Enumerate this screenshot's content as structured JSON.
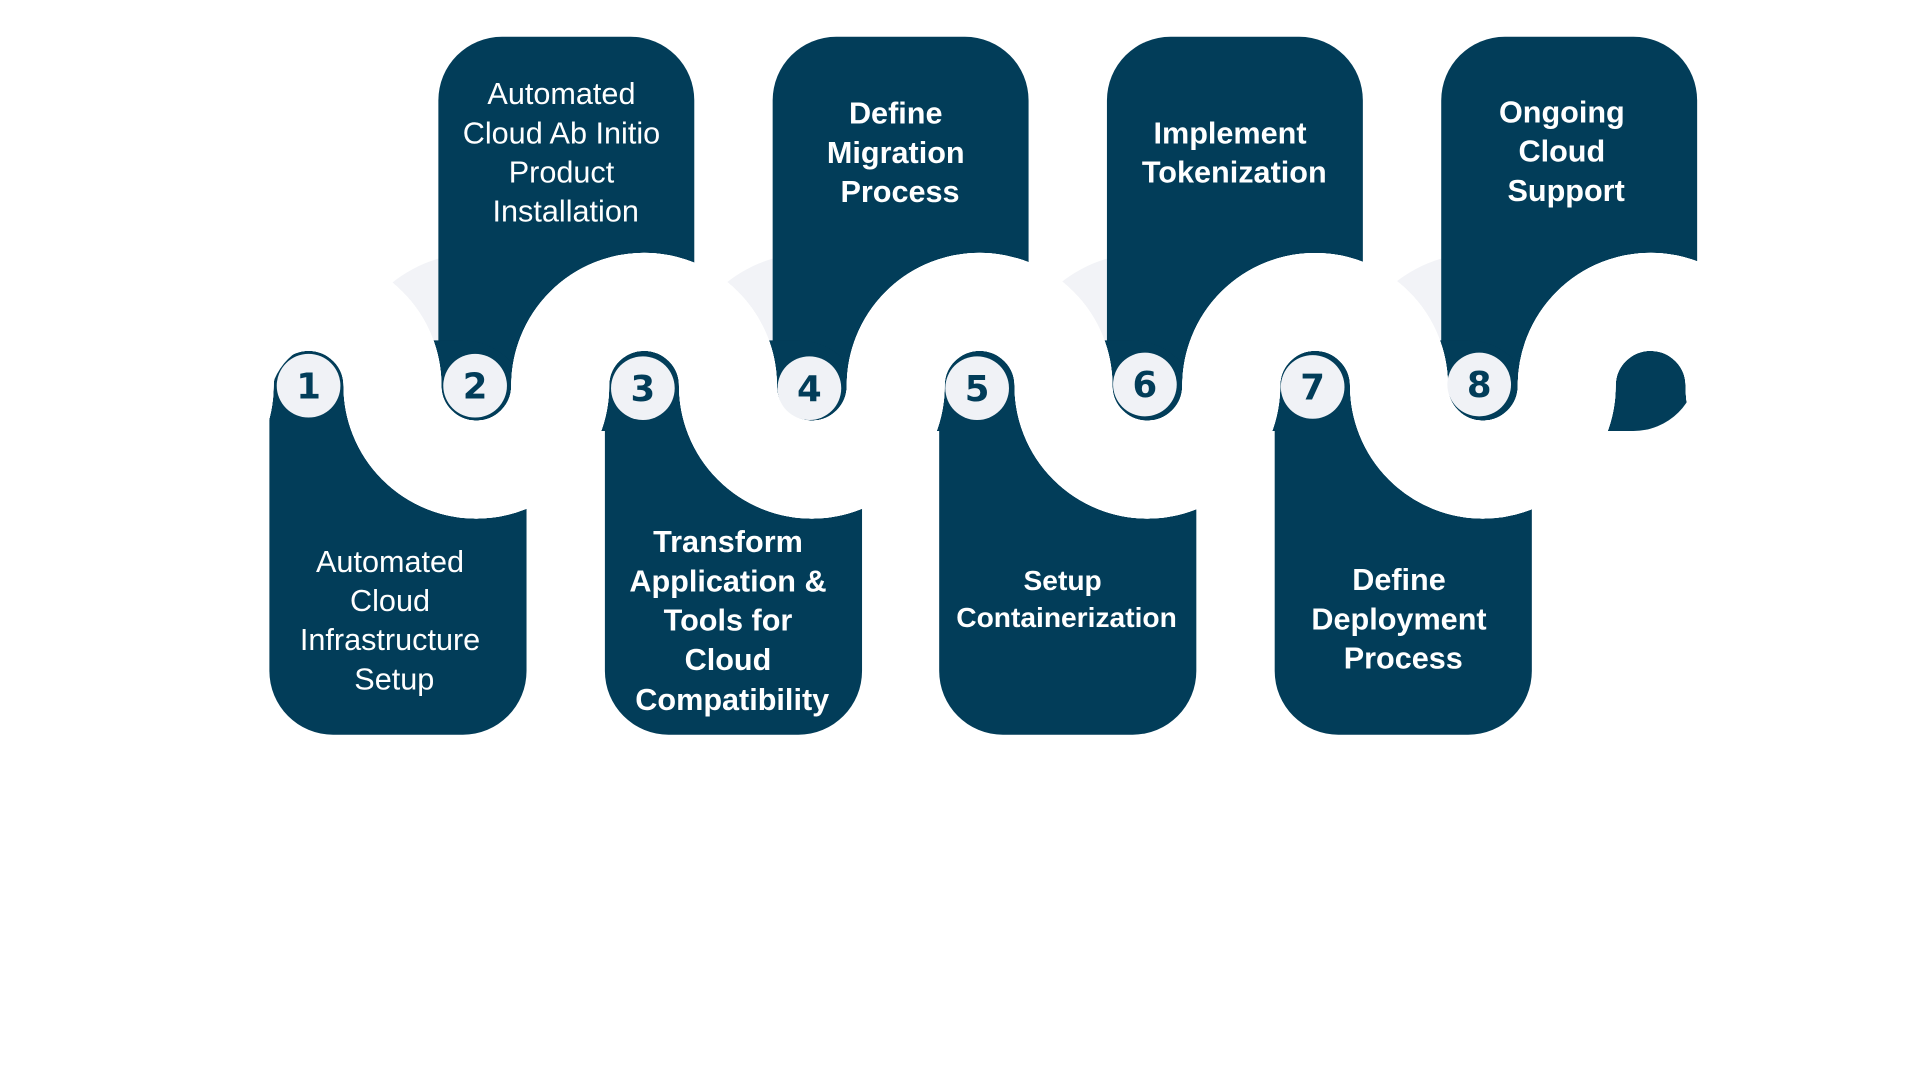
{
  "colors": {
    "card": "#023d59",
    "road": "#4094b4",
    "road_line": "#f39a2c",
    "badge": "#f0f2f6",
    "halo": "#f2f3f7"
  },
  "steps": [
    {
      "number": "1",
      "lines": [
        "Automated",
        "Cloud",
        "Infrastructure",
        "Setup"
      ]
    },
    {
      "number": "2",
      "lines": [
        "Automated",
        "Cloud Ab Initio",
        "Product",
        "Installation"
      ]
    },
    {
      "number": "3",
      "lines": [
        "Transform",
        "Application &",
        "Tools for",
        "Cloud",
        "Compatibility"
      ]
    },
    {
      "number": "4",
      "lines": [
        "Define",
        "Migration",
        "Process"
      ]
    },
    {
      "number": "5",
      "lines": [
        "Setup",
        "Containerization"
      ]
    },
    {
      "number": "6",
      "lines": [
        "Implement",
        "Tokenization"
      ]
    },
    {
      "number": "7",
      "lines": [
        "Define",
        "Deployment",
        "Process"
      ]
    },
    {
      "number": "8",
      "lines": [
        "Ongoing",
        "Cloud",
        "Support"
      ]
    }
  ]
}
